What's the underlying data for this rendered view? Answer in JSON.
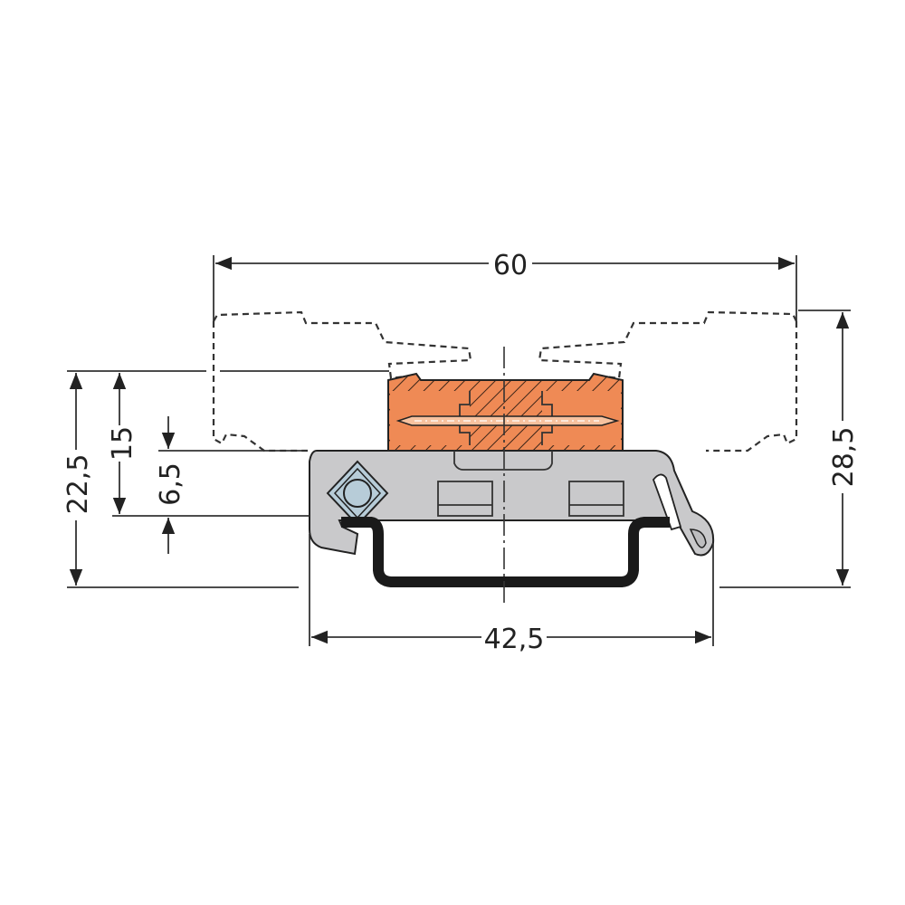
{
  "drawing": {
    "type": "dimension-drawing",
    "description": "Terminal block on DIN rail carrier, front section view",
    "colors": {
      "terminal_body": "#ef8a55",
      "carrier": "#c9c9cb",
      "rail": "#1a1a1a",
      "screw": "#b7ccd8",
      "lines": "#333333"
    },
    "dimensions": {
      "overall_width": "60",
      "carrier_width": "42,5",
      "total_height_right": "28,5",
      "height_left_outer": "22,5",
      "height_left_middle": "15",
      "height_left_inner": "6,5"
    }
  }
}
